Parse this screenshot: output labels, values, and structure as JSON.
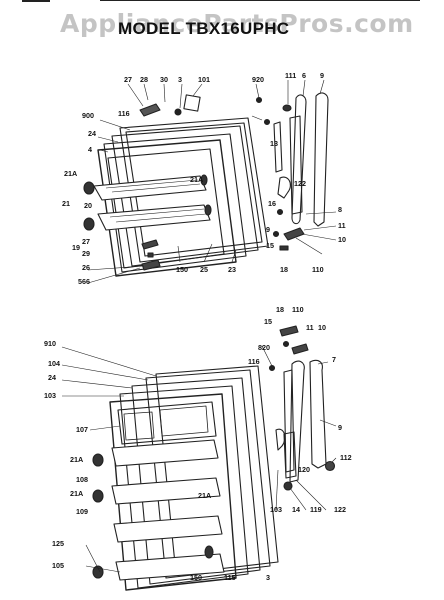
{
  "header": {
    "watermark": "AppliancePartsPros.com",
    "model": "MODEL TBX16UPHC"
  },
  "top_callouts": [
    "27",
    "28",
    "30",
    "3",
    "101",
    "920",
    "111",
    "6",
    "9",
    "900",
    "116",
    "24",
    "4",
    "21A",
    "20",
    "21",
    "19",
    "27",
    "29",
    "26",
    "566",
    "150",
    "25",
    "23",
    "122",
    "16",
    "13",
    "8",
    "9",
    "15",
    "18",
    "110",
    "11",
    "10",
    "21A"
  ],
  "bottom_callouts": [
    "18",
    "110",
    "15",
    "11",
    "10",
    "910",
    "820",
    "104",
    "24",
    "116",
    "7",
    "103",
    "9",
    "107",
    "112",
    "21A",
    "108",
    "120",
    "21A",
    "109",
    "122",
    "14",
    "119",
    "103",
    "125",
    "105",
    "150",
    "115",
    "3",
    "21A"
  ]
}
